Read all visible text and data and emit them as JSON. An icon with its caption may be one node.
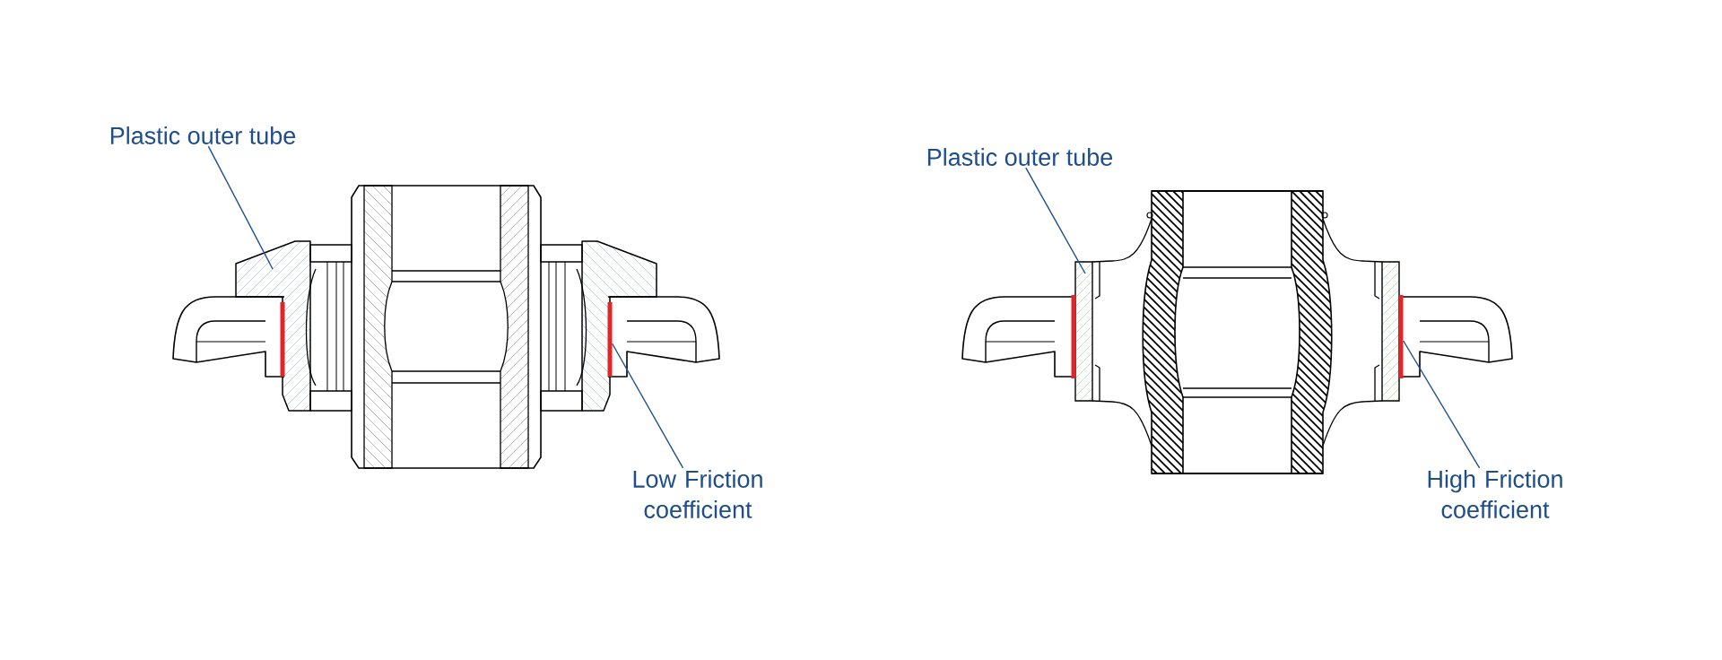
{
  "diagram": {
    "nodes": [
      {
        "text": [
          "Plastic outer tube"
        ]
      },
      {
        "text": [
          "Plastic outer tube"
        ]
      },
      {
        "text": [],
        "shape": "bar"
      },
      {
        "text": [],
        "shape": "bar"
      },
      {
        "text": [],
        "shape": "bar"
      },
      {
        "text": [],
        "shape": "bar"
      },
      {
        "text": [
          "Low Friction coefficient"
        ]
      },
      {
        "text": [
          "High Friction coefficient"
        ]
      }
    ],
    "edges": [
      {
        "from": 0,
        "to": null,
        "arrow": "none"
      },
      {
        "from": 1,
        "to": null,
        "arrow": "none"
      },
      {
        "from": 6,
        "to": 3,
        "arrow": "none"
      },
      {
        "from": 7,
        "to": 5,
        "arrow": "none"
      }
    ]
  }
}
